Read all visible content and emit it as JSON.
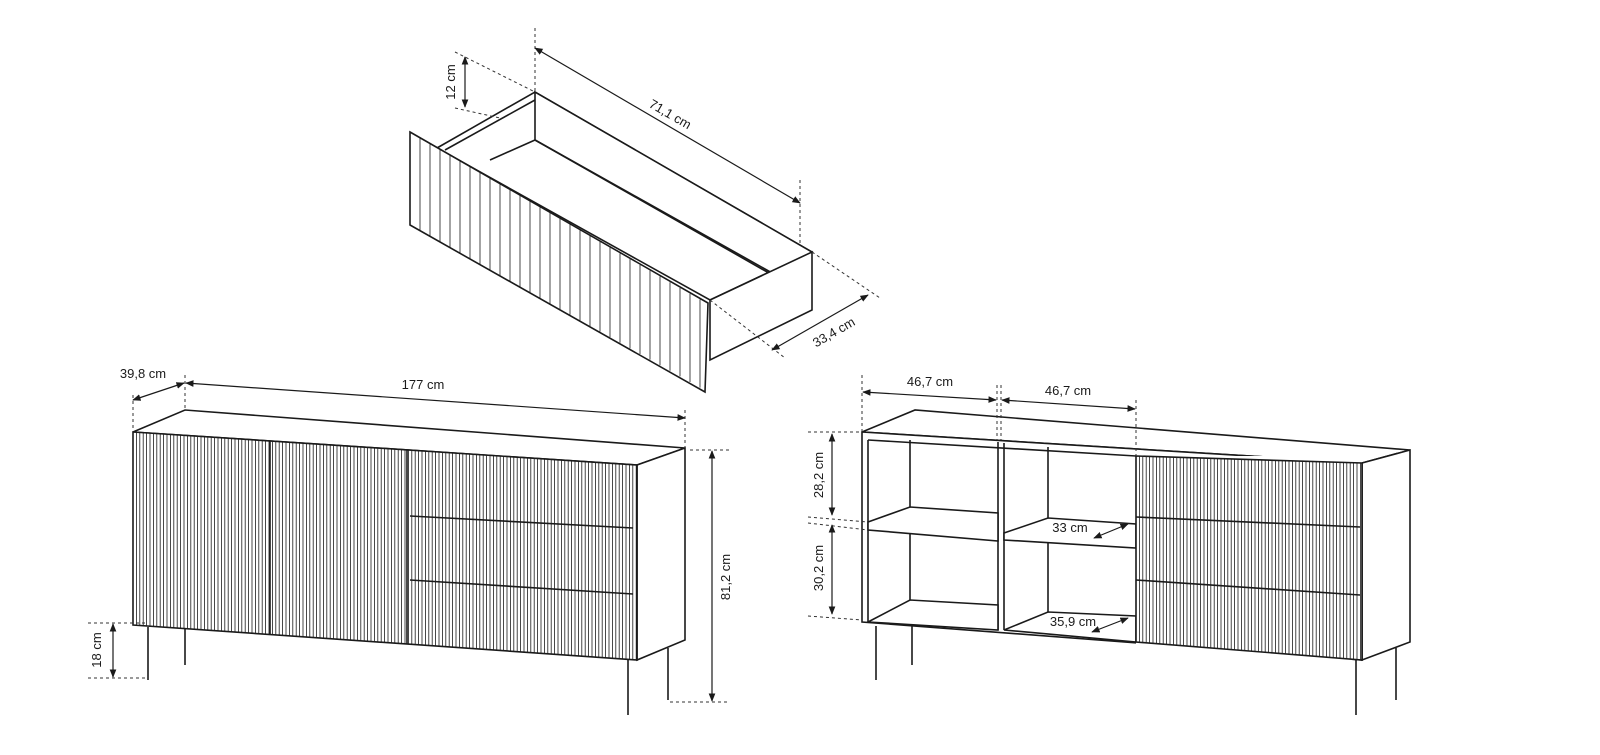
{
  "drawer": {
    "height_label": "12 cm",
    "length_label": "71,1 cm",
    "depth_label": "33,4 cm"
  },
  "front_view": {
    "depth_label": "39,8 cm",
    "width_label": "177 cm",
    "height_label": "81,2 cm",
    "leg_height_label": "18 cm"
  },
  "open_view": {
    "compartment_width_left": "46,7 cm",
    "compartment_width_right": "46,7 cm",
    "upper_height_label": "28,2 cm",
    "lower_height_label": "30,2 cm",
    "shelf_depth_label": "33 cm",
    "bottom_depth_label": "35,9 cm"
  },
  "colors": {
    "line": "#1a1a1a",
    "background": "#ffffff"
  }
}
